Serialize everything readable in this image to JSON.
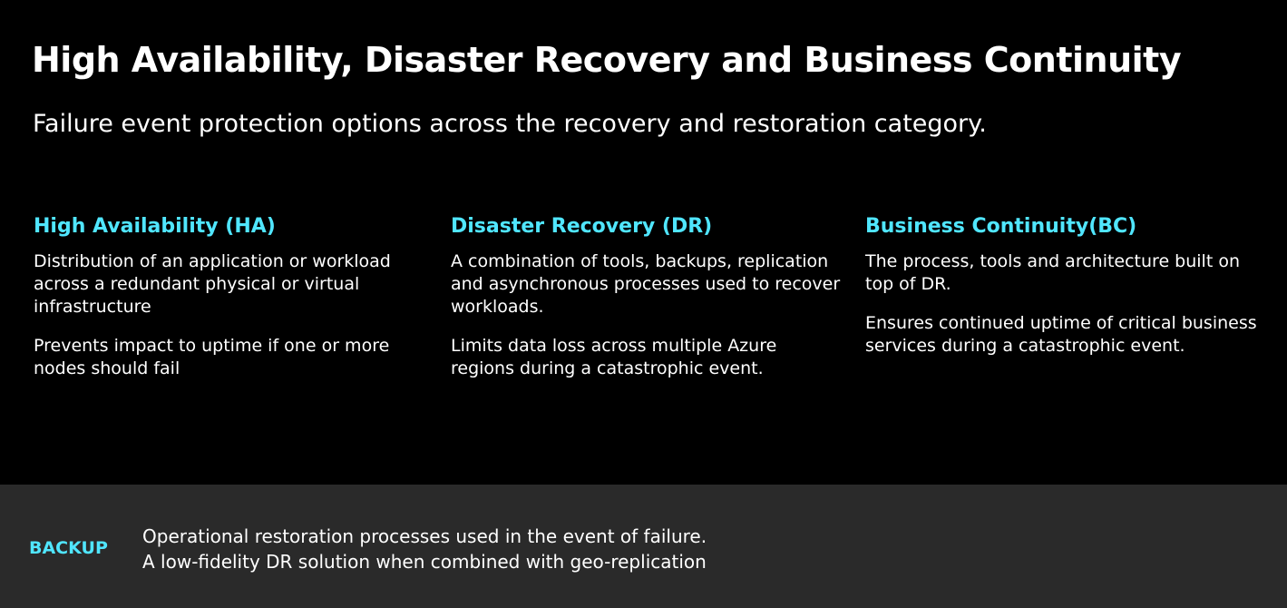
{
  "slide": {
    "title": "High Availability, Disaster Recovery and Business Continuity",
    "subtitle": "Failure event protection options across the recovery and restoration category."
  },
  "columns": [
    {
      "heading": "High Availability (HA)",
      "paragraphs": [
        "Distribution of an application or workload across a redundant physical or virtual infrastructure",
        "Prevents impact to uptime if one or more nodes should fail"
      ]
    },
    {
      "heading": "Disaster Recovery (DR)",
      "paragraphs": [
        "A combination of tools, backups, replication and asynchronous processes used to recover workloads.",
        "Limits data loss across multiple Azure regions during a catastrophic event."
      ]
    },
    {
      "heading": "Business Continuity(BC)",
      "paragraphs": [
        "The process, tools and architecture built on top of DR.",
        "Ensures continued uptime of critical business services during a catastrophic event."
      ]
    }
  ],
  "backup": {
    "label": "BACKUP",
    "lines": [
      "Operational restoration processes used in the event of failure.",
      "A low-fidelity DR solution when combined with geo-replication"
    ]
  },
  "colors": {
    "background": "#000000",
    "accent": "#50e6ff",
    "backup_bar": "#2a2a2a",
    "text": "#ffffff"
  }
}
